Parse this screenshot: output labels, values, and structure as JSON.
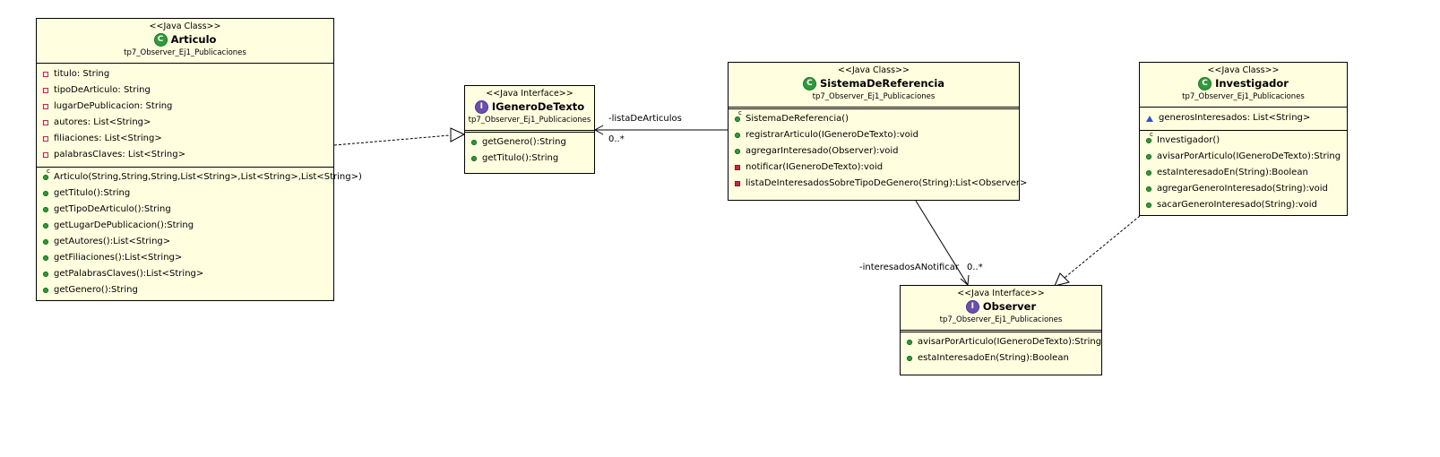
{
  "diagram": {
    "classes": {
      "articulo": {
        "stereotype": "<<Java Class>>",
        "kind": "C",
        "name": "Articulo",
        "package": "tp7_Observer_Ej1_Publicaciones",
        "fields": [
          "titulo: String",
          "tipoDeArticulo: String",
          "lugarDePublicacion: String",
          "autores: List<String>",
          "filiaciones: List<String>",
          "palabrasClaves: List<String>"
        ],
        "methods": [
          "Articulo(String,String,String,List<String>,List<String>,List<String>)",
          "getTitulo():String",
          "getTipoDeArticulo():String",
          "getLugarDePublicacion():String",
          "getAutores():List<String>",
          "getFiliaciones():List<String>",
          "getPalabrasClaves():List<String>",
          "getGenero():String"
        ]
      },
      "igenero": {
        "stereotype": "<<Java Interface>>",
        "kind": "I",
        "name": "IGeneroDeTexto",
        "package": "tp7_Observer_Ej1_Publicaciones",
        "methods": [
          "getGenero():String",
          "getTitulo():String"
        ]
      },
      "sistema": {
        "stereotype": "<<Java Class>>",
        "kind": "C",
        "name": "SistemaDeReferencia",
        "package": "tp7_Observer_Ej1_Publicaciones",
        "methods": [
          "SistemaDeReferencia()",
          "registrarArticulo(IGeneroDeTexto):void",
          "agregarInteresado(Observer):void",
          "notificar(IGeneroDeTexto):void",
          "listaDeInteresadosSobreTipoDeGenero(String):List<Observer>"
        ]
      },
      "investigador": {
        "stereotype": "<<Java Class>>",
        "kind": "C",
        "name": "Investigador",
        "package": "tp7_Observer_Ej1_Publicaciones",
        "fields": [
          "generosInteresados: List<String>"
        ],
        "methods": [
          "Investigador()",
          "avisarPorArticulo(IGeneroDeTexto):String",
          "estaInteresadoEn(String):Boolean",
          "agregarGeneroInteresado(String):void",
          "sacarGeneroInteresado(String):void"
        ]
      },
      "observer": {
        "stereotype": "<<Java Interface>>",
        "kind": "I",
        "name": "Observer",
        "package": "tp7_Observer_Ej1_Publicaciones",
        "methods": [
          "avisarPorArticulo(IGeneroDeTexto):String",
          "estaInteresadoEn(String):Boolean"
        ]
      }
    },
    "associations": {
      "lista": {
        "role": "-listaDeArticulos",
        "multiplicity": "0..*"
      },
      "interesados": {
        "role": "-interesadosANotificar",
        "multiplicity": "0..*"
      }
    },
    "colors": {
      "box_fill": "#ffffe0",
      "public": "#2e9a3a",
      "private": "#c5283d",
      "package": "#2f54c9",
      "interface": "#6a4fb0"
    }
  }
}
